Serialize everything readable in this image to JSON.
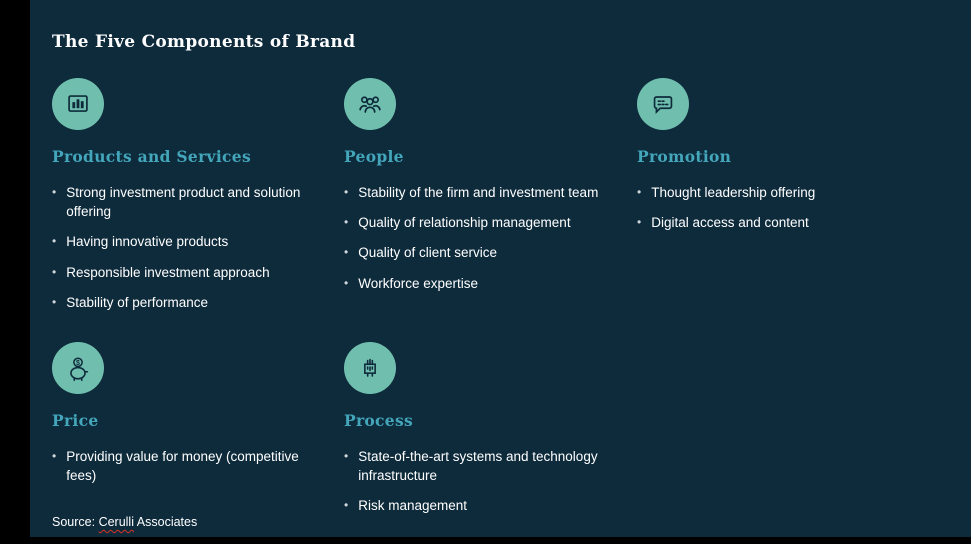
{
  "title": "The Five Components of Brand",
  "bullet_char": "•",
  "colors": {
    "background": "#0e2b3c",
    "icon_circle": "#70bfae",
    "heading": "#43a6ba",
    "text": "#ffffff",
    "spellcheck_underline": "#d93025"
  },
  "source": {
    "prefix": "Source: ",
    "word": "Cerulli",
    "suffix": " Associates"
  },
  "sections": [
    {
      "icon": "bar-chart-icon",
      "heading": "Products and Services",
      "items": [
        "Strong investment product and solution offering",
        "Having innovative products",
        "Responsible investment approach",
        "Stability of performance"
      ]
    },
    {
      "icon": "people-icon",
      "heading": "People",
      "items": [
        "Stability of the firm and investment team",
        "Quality of relationship management",
        "Quality of client service",
        "Workforce expertise"
      ]
    },
    {
      "icon": "speech-bubble-icon",
      "heading": "Promotion",
      "items": [
        "Thought leadership offering",
        "Digital access and content"
      ]
    },
    {
      "icon": "piggy-bank-icon",
      "heading": "Price",
      "items": [
        "Providing value for money (competitive fees)"
      ]
    },
    {
      "icon": "process-box-icon",
      "heading": "Process",
      "items": [
        "State-of-the-art systems and technology infrastructure",
        "Risk management"
      ]
    }
  ]
}
